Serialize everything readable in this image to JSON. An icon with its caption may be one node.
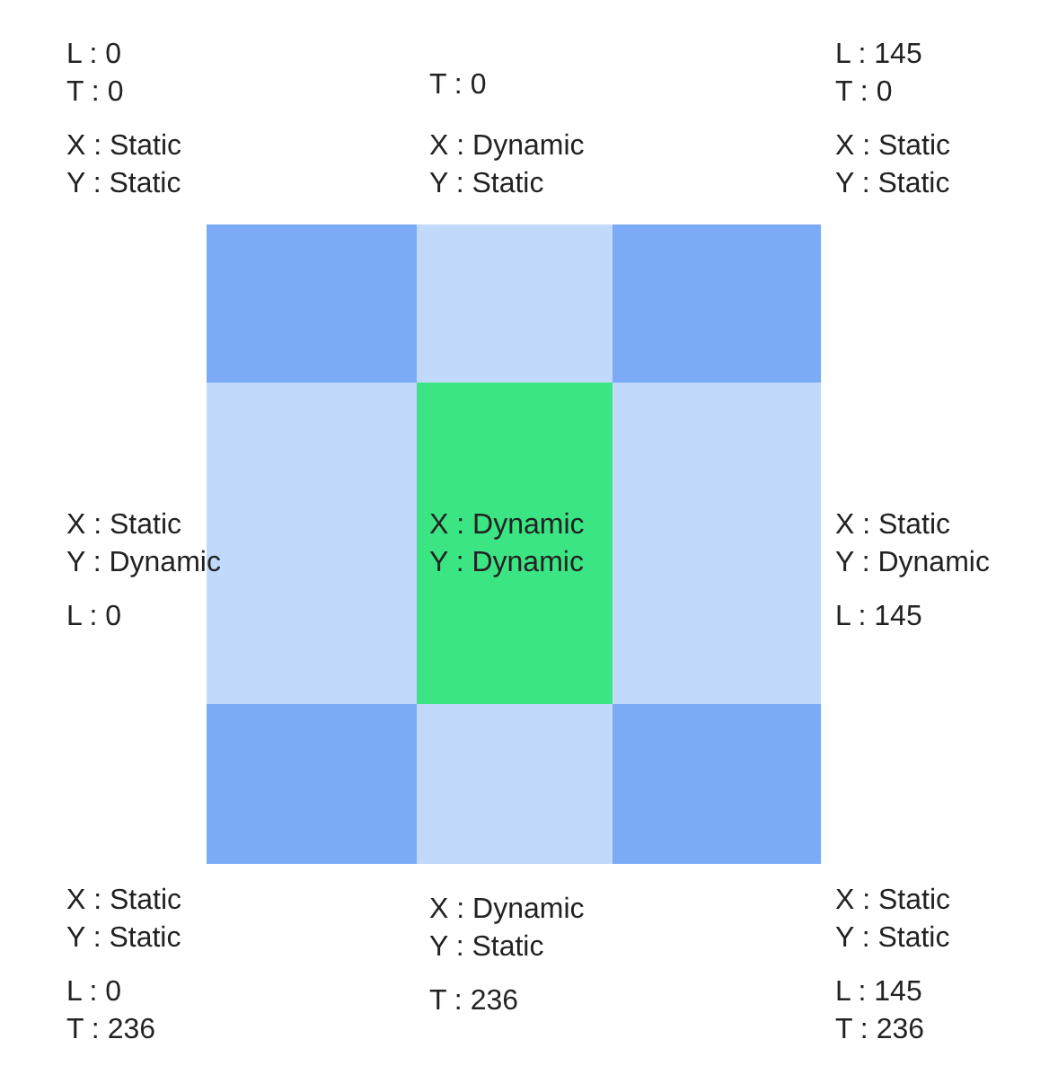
{
  "diagram": {
    "nodes": [
      {
        "text": [],
        "shape": "box",
        "beside": [
          "L : 0 T : 0",
          "X : Static Y : Static"
        ]
      },
      {
        "text": [],
        "shape": "box",
        "beside": [
          "T : 0",
          "X : Dynamic Y : Static"
        ]
      },
      {
        "text": [],
        "shape": "box",
        "beside": [
          "L : 145 T : 0",
          "X : Static Y : Static"
        ]
      },
      {
        "text": [],
        "shape": "box",
        "beside": [
          "X : Static Y : Dynamic",
          "L : 0"
        ]
      },
      {
        "text": [
          "X : Dynamic Y : Dynamic"
        ]
      },
      {
        "text": [],
        "shape": "box",
        "beside": [
          "X : Static Y : Dynamic",
          "L : 145"
        ]
      },
      {
        "text": [],
        "shape": "box",
        "beside": [
          "X : Static Y : Static",
          "L : 0 T : 236"
        ]
      },
      {
        "text": [],
        "shape": "box",
        "beside": [
          "X : Dynamic Y : Static",
          "T : 236"
        ]
      },
      {
        "text": [],
        "shape": "box",
        "beside": [
          "X : Static Y : Static",
          "L : 145 T : 236"
        ]
      }
    ]
  }
}
